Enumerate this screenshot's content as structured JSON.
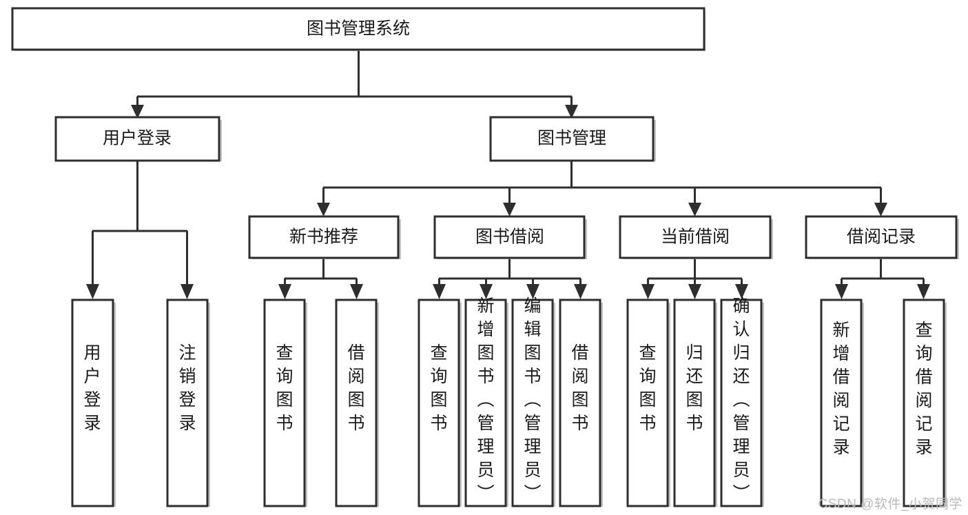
{
  "diagram": {
    "title": "图书管理系统",
    "type": "tree-hierarchy-diagram",
    "colors": {
      "box_stroke": "#2e2e2e",
      "box_fill": "#ffffff",
      "connector": "#2e2e2e",
      "text": "#1a1a1a",
      "watermark": "#b9b9b9",
      "background": "#ffffff"
    },
    "root": {
      "label": "图书管理系统"
    },
    "level1": [
      {
        "label": "用户登录"
      },
      {
        "label": "图书管理"
      }
    ],
    "level2": [
      {
        "label": "新书推荐"
      },
      {
        "label": "图书借阅"
      },
      {
        "label": "当前借阅"
      },
      {
        "label": "借阅记录"
      }
    ],
    "leaves": {
      "user_login": [
        {
          "label": "用户登录"
        },
        {
          "label": "注销登录"
        }
      ],
      "new_book_recommend": [
        {
          "label": "查询图书"
        },
        {
          "label": "借阅图书"
        }
      ],
      "book_borrow": [
        {
          "label": "查询图书"
        },
        {
          "label": "新增图书（管理员）"
        },
        {
          "label": "编辑图书（管理员）"
        },
        {
          "label": "借阅图书"
        }
      ],
      "current_borrow": [
        {
          "label": "查询图书"
        },
        {
          "label": "归还图书"
        },
        {
          "label": "确认归还（管理员）"
        }
      ],
      "borrow_record": [
        {
          "label": "新增借阅记录"
        },
        {
          "label": "查询借阅记录"
        }
      ]
    }
  },
  "watermark": {
    "text": "CSDN @软件_小贺同学"
  }
}
